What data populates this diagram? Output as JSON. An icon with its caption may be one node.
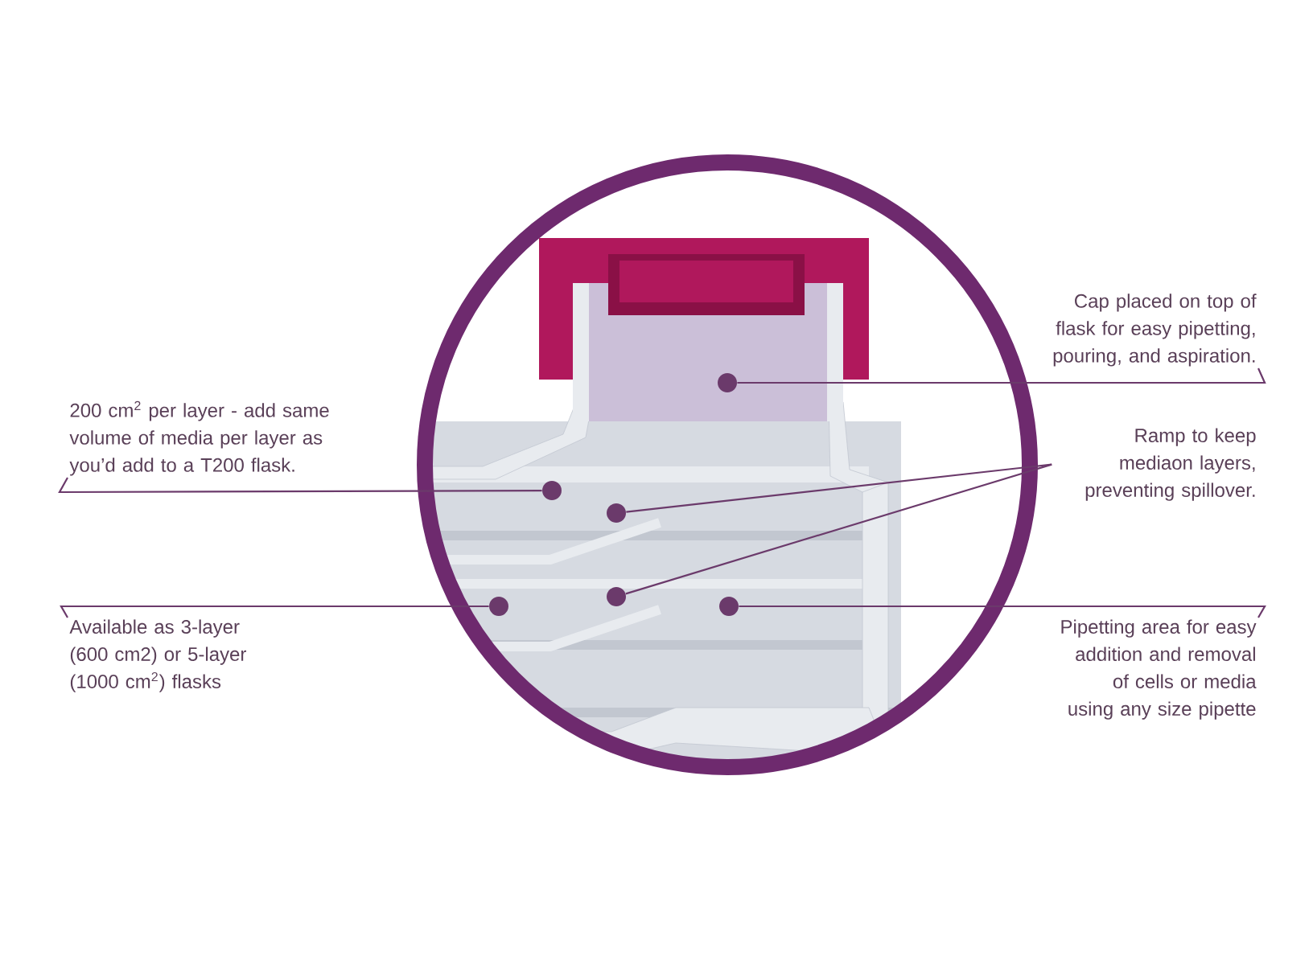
{
  "diagram": {
    "nodes": [
      {
        "text": [
          "200 cm$^{2}$ per layer - add same volume of media per layer as you’d add to a T200 flask."
        ]
      },
      {
        "text": [
          "Available as 3-layer (600 cm2) or 5-layer (1000 cm$^{2}$) flasks"
        ]
      },
      {
        "text": [
          "Cap placed on top of flask for easy pipetting, pouring, and aspiration."
        ]
      },
      {
        "text": [
          "Ramp to keep mediaon layers, preventing spillover."
        ]
      },
      {
        "text": [
          "Pipetting area for easy addition and removal of cells or media using any size pipette"
        ]
      },
      {
        "text": [],
        "shape": "circle"
      },
      {
        "text": [],
        "shape": "circle"
      },
      {
        "text": [],
        "shape": "circle"
      },
      {
        "text": [],
        "shape": "circle"
      },
      {
        "text": [],
        "shape": "circle"
      },
      {
        "text": [],
        "shape": "circle"
      }
    ],
    "edges": [
      {
        "from": 0,
        "to": 6,
        "arrow": "none"
      },
      {
        "from": 1,
        "to": 8,
        "arrow": "none"
      },
      {
        "from": 2,
        "to": 5,
        "arrow": "none"
      },
      {
        "from": 3,
        "to": 7,
        "arrow": "none"
      },
      {
        "from": 3,
        "to": 9,
        "arrow": "none"
      },
      {
        "from": 4,
        "to": 10,
        "arrow": "none"
      }
    ]
  }
}
